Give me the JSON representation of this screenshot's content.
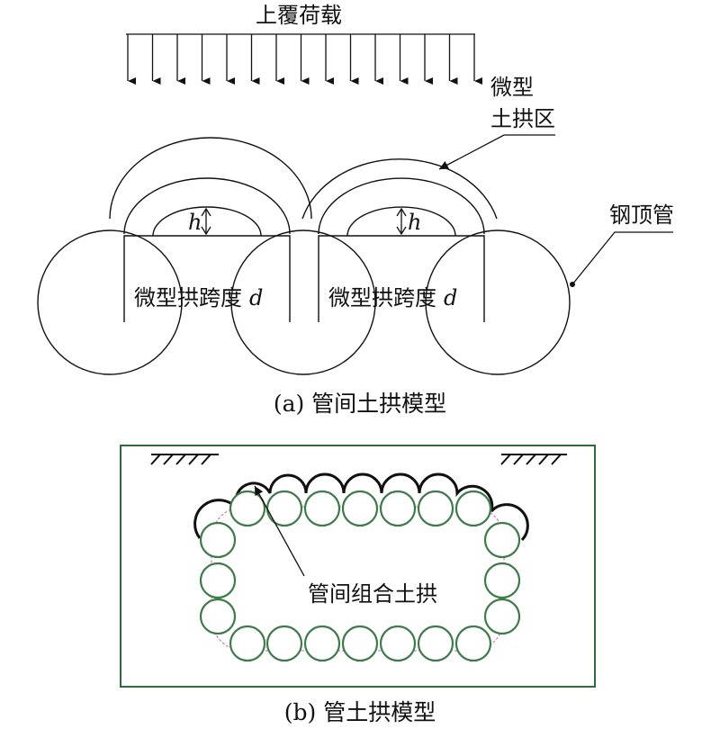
{
  "diagram_a": {
    "load_label": "上覆荷载",
    "micro_arch_zone_line1": "微型",
    "micro_arch_zone_line2": "土拱区",
    "pipe_label": "钢顶管",
    "h_left": "h",
    "h_right": "h",
    "span_left_text": "微型拱跨度",
    "span_left_var": "d",
    "span_right_text": "微型拱跨度",
    "span_right_var": "d",
    "caption": "(a) 管间土拱模型"
  },
  "diagram_b": {
    "combined_arch_label": "管间组合土拱",
    "caption": "(b) 管土拱模型",
    "pipe_ring_color": "#3f7a4a",
    "frame_color": "#2f6b3d",
    "dashed_path_color": "#c060c0"
  }
}
